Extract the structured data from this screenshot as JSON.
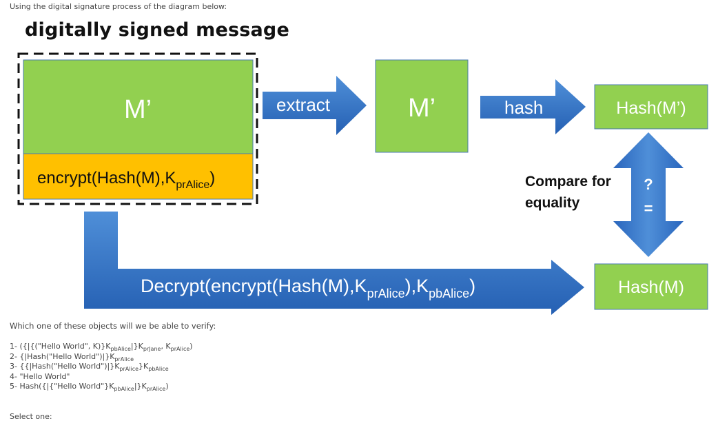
{
  "intro": "Using the digital signature process of the diagram below:",
  "diagram": {
    "title": "digitally signed message",
    "message_box_label": "M’",
    "encrypt_prefix": "encrypt(Hash(M),K",
    "encrypt_sub": "prAlice",
    "encrypt_suffix": ")",
    "extract_label": "extract",
    "extracted_box_label": "M’",
    "hash_label": "hash",
    "hash_prime_box_label": "Hash(M’)",
    "compare_line1": "Compare for",
    "compare_line2": "equality",
    "question_mark": "?",
    "equals_mark": "=",
    "decrypt_prefix": "Decrypt(encrypt(Hash(M),K",
    "decrypt_sub1": "prAlice",
    "decrypt_mid": "),K",
    "decrypt_sub2": "pbAlice",
    "decrypt_suffix": ")",
    "hash_box_label": "Hash(M)",
    "colors": {
      "green": "#92d050",
      "orange": "#ffc000",
      "blue": "#2f6fc4",
      "box_border": "#4a7ab0"
    }
  },
  "question": "Which one of these objects will we be able to verify:",
  "options": {
    "o1": {
      "a": "1- ({|{(\"Hello World\", K)}K",
      "s1": "pbAlice",
      "b": "|}K",
      "s2": "prJane",
      "c": ", K",
      "s3": "prAlice",
      "d": ")"
    },
    "o2": {
      "a": "2- {|Hash(\"Hello World\")|}K",
      "s1": "prAlice"
    },
    "o3": {
      "a": "3- {{|Hash(\"Hello World\")|}K",
      "s1": "prAlice",
      "b": "}K",
      "s2": "pbAlice"
    },
    "o4": {
      "a": "4- \"Hello World\""
    },
    "o5": {
      "a": "5- Hash({|{\"Hello World\"}K",
      "s1": "pbAlice",
      "b": "|}K",
      "s2": "prAlice",
      "c": ")"
    }
  },
  "cutoff_text": "Select one:"
}
